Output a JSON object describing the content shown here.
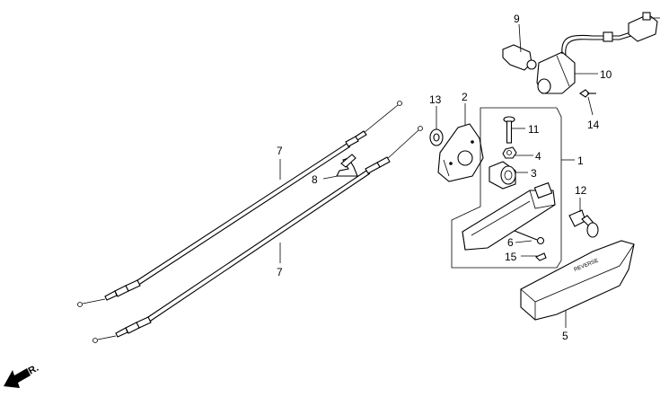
{
  "diagram": {
    "callouts": [
      {
        "id": "c1",
        "text": "1"
      },
      {
        "id": "c2",
        "text": "2"
      },
      {
        "id": "c3",
        "text": "3"
      },
      {
        "id": "c4",
        "text": "4"
      },
      {
        "id": "c5",
        "text": "5"
      },
      {
        "id": "c6",
        "text": "6"
      },
      {
        "id": "c7a",
        "text": "7"
      },
      {
        "id": "c7b",
        "text": "7"
      },
      {
        "id": "c8",
        "text": "8"
      },
      {
        "id": "c9",
        "text": "9"
      },
      {
        "id": "c10",
        "text": "10"
      },
      {
        "id": "c11",
        "text": "11"
      },
      {
        "id": "c12",
        "text": "12"
      },
      {
        "id": "c13",
        "text": "13"
      },
      {
        "id": "c14",
        "text": "14"
      },
      {
        "id": "c15",
        "text": "15"
      }
    ],
    "grip_text": "REVERSE",
    "direction_label": "FR."
  }
}
